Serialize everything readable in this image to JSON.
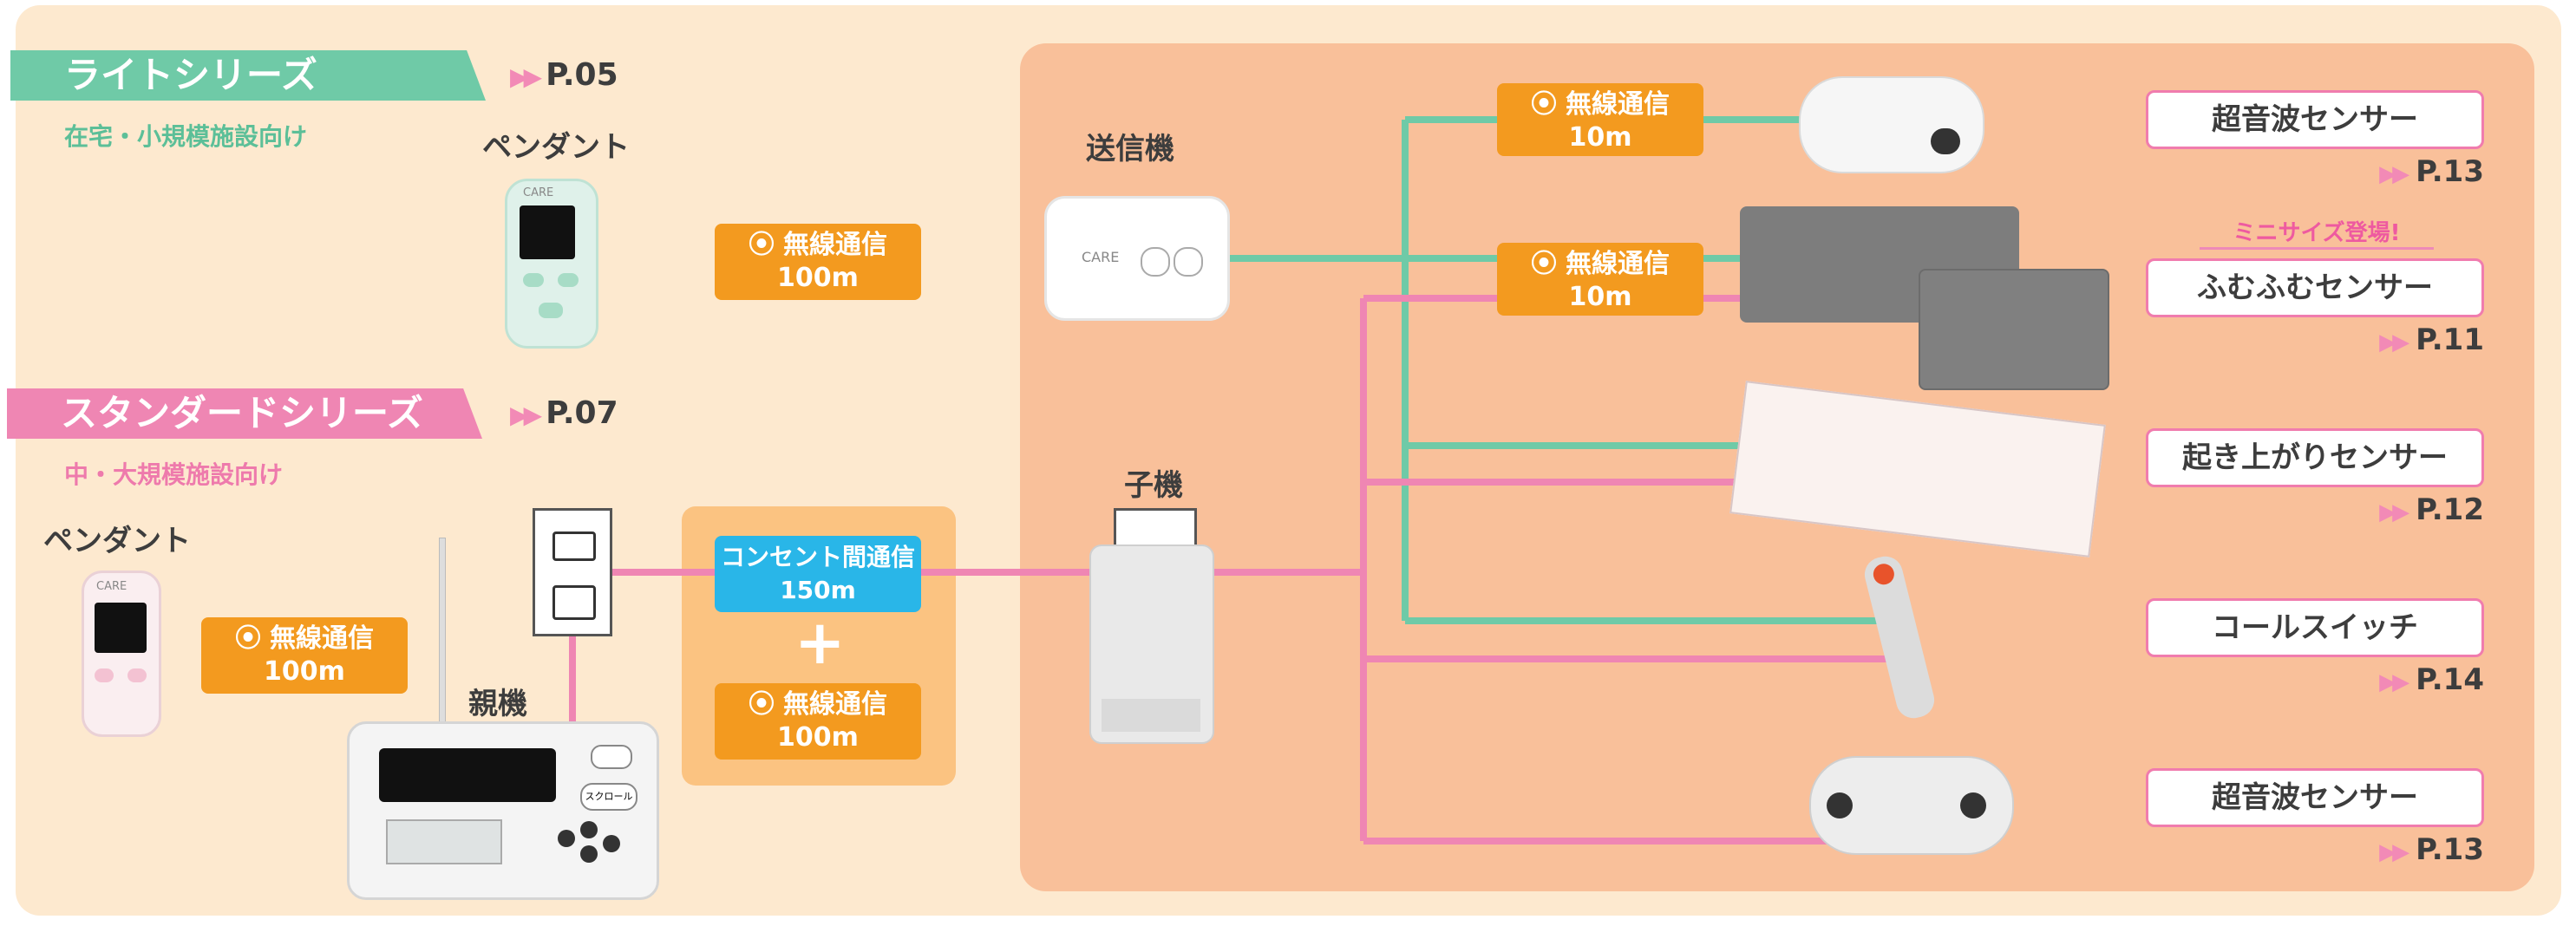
{
  "series": {
    "light": {
      "title": "ライトシリーズ",
      "subtitle": "在宅・小規模施設向け",
      "page_ref": "P.05",
      "pendant_label": "ペンダント",
      "color": "#6fcaa7"
    },
    "standard": {
      "title": "スタンダードシリーズ",
      "subtitle": "中・大規模施設向け",
      "page_ref": "P.07",
      "pendant_label": "ペンダント",
      "color": "#ef86b3"
    }
  },
  "devices": {
    "transmitter_label": "送信機",
    "slave_label": "子機",
    "master_label": "親機",
    "pendant_brand": "CARE",
    "transmitter_brand": "CARE",
    "master_buttons": [
      "スクロール"
    ]
  },
  "links": {
    "light_wireless": {
      "title": "無線通信",
      "range": "100m"
    },
    "std_wireless": {
      "title": "無線通信",
      "range": "100m"
    },
    "outlet_comm": {
      "title": "コンセント間通信",
      "range": "150m"
    },
    "plus": "+",
    "relay_wireless": {
      "title": "無線通信",
      "range": "100m"
    },
    "sensor_wireless_1": {
      "title": "無線通信",
      "range": "10m"
    },
    "sensor_wireless_2": {
      "title": "無線通信",
      "range": "10m"
    }
  },
  "sensors": [
    {
      "name": "超音波センサー",
      "page_ref": "P.13"
    },
    {
      "name": "ふむふむセンサー",
      "page_ref": "P.11",
      "badge": "ミニサイズ登場!"
    },
    {
      "name": "起き上がりセンサー",
      "page_ref": "P.12"
    },
    {
      "name": "コールスイッチ",
      "page_ref": "P.14"
    },
    {
      "name": "超音波センサー",
      "page_ref": "P.13"
    }
  ],
  "colors": {
    "wireless_box": "#f39a1f",
    "outlet_box": "#29b6e8",
    "green_line": "#6fcaa7",
    "pink_line": "#ef86b3",
    "panel_bg": "#fde9cf",
    "sensor_zone": "#f9c09a"
  },
  "icons": {
    "wireless": "wifi-icon",
    "arrows": "double-arrow-icon"
  }
}
